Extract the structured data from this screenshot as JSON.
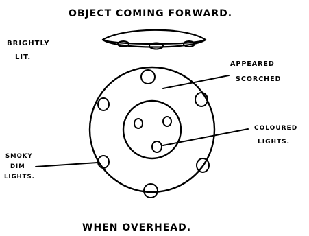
{
  "diagram": {
    "title": "OBJECT COMING FORWARD.",
    "caption": "WHEN OVERHEAD.",
    "labels": {
      "brightly_lit_1": "BRIGHTLY",
      "brightly_lit_2": "LIT.",
      "appeared_1": "APPEARED",
      "appeared_2": "SCORCHED",
      "coloured_1": "COLOURED",
      "coloured_2": "LIGHTS.",
      "smoky_1": "SMOKY",
      "smoky_2": "DIM",
      "smoky_3": "LIGHTS."
    }
  }
}
